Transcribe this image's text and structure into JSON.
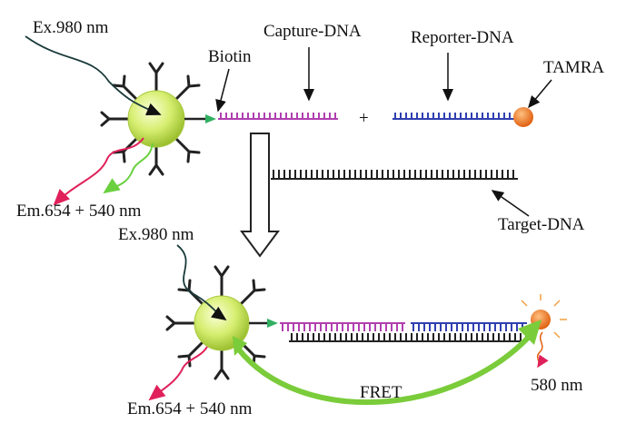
{
  "labels": {
    "ex_top": "Ex.980 nm",
    "biotin": "Biotin",
    "capture": "Capture-DNA",
    "reporter": "Reporter-DNA",
    "tamra": "TAMRA",
    "plus": "+",
    "em_top": "Em.654 + 540 nm",
    "target": "Target-DNA",
    "ex_bottom": "Ex.980 nm",
    "fret": "FRET",
    "em_bottom": "Em.654 + 540 nm",
    "emission_580": "580 nm"
  },
  "colors": {
    "nanoparticle": "#c8e65a",
    "capture_strand": "#b040b0",
    "reporter_strand": "#3040b0",
    "target_strand": "#222222",
    "tamra_dye": "#f07a20",
    "fret_arrow": "#7acc3a",
    "emission_red": "#e0205a",
    "emission_green": "#6ad040",
    "biotin": "#30b060"
  },
  "icons": {
    "antibody": "y-shaped-antibody-icon",
    "nanoparticle": "upconversion-nanoparticle-icon",
    "dye": "tamra-dye-icon"
  }
}
